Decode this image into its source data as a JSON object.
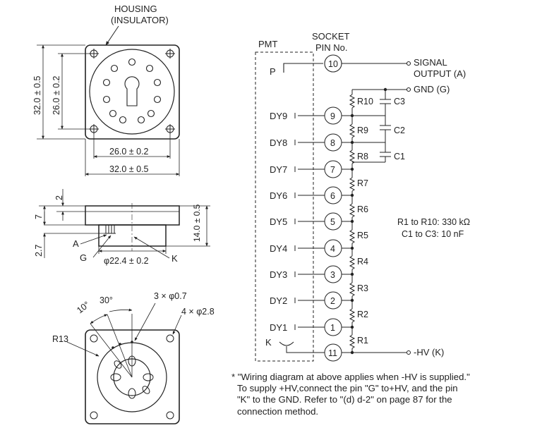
{
  "housing": {
    "line1": "HOUSING",
    "line2": "(INSULATOR)"
  },
  "top_view": {
    "dim_h_outer": "32.0 ± 0.5",
    "dim_h_inner": "26.0 ± 0.2",
    "dim_v_outer": "32.0 ± 0.5",
    "dim_v_inner": "26.0 ± 0.2"
  },
  "side_view": {
    "dim_2": "2",
    "dim_7": "7",
    "dim_27": "2.7",
    "dim_14": "14.0 ± 0.5",
    "label_A": "A",
    "label_G": "G",
    "label_K": "K",
    "dim_dia": "φ22.4 ± 0.2"
  },
  "bottom_view": {
    "angle_10": "10°",
    "angle_30": "30°",
    "r13": "R13",
    "holes_small": "3 × φ0.7",
    "holes_large": "4 × φ2.8"
  },
  "schematic": {
    "pmt_label": "PMT",
    "socket_line1": "SOCKET",
    "socket_line2": "PIN No.",
    "p_label": "P",
    "k_label": "K",
    "dynodes": [
      "DY9",
      "DY8",
      "DY7",
      "DY6",
      "DY5",
      "DY4",
      "DY3",
      "DY2",
      "DY1"
    ],
    "pins": [
      "10",
      "9",
      "8",
      "7",
      "6",
      "5",
      "4",
      "3",
      "2",
      "1",
      "11"
    ],
    "signal_line1": "SIGNAL",
    "signal_line2": "OUTPUT (A)",
    "gnd": "GND (G)",
    "hv": "-HV (K)",
    "resistors": [
      "R10",
      "R9",
      "R8",
      "R7",
      "R6",
      "R5",
      "R4",
      "R3",
      "R2",
      "R1"
    ],
    "capacitors": [
      "C3",
      "C2",
      "C1"
    ],
    "spec_r": "R1 to R10: 330 kΩ",
    "spec_c": "C1 to C3: 10 nF"
  },
  "note": {
    "line1": "* \"Wiring diagram at above applies when -HV is supplied.\"",
    "line2": "To supply +HV,connect the pin \"G\" to+HV, and the pin",
    "line3": "\"K\" to the GND. Refer to \"(d) d-2\" on page 87 for the",
    "line4": "connection method."
  }
}
